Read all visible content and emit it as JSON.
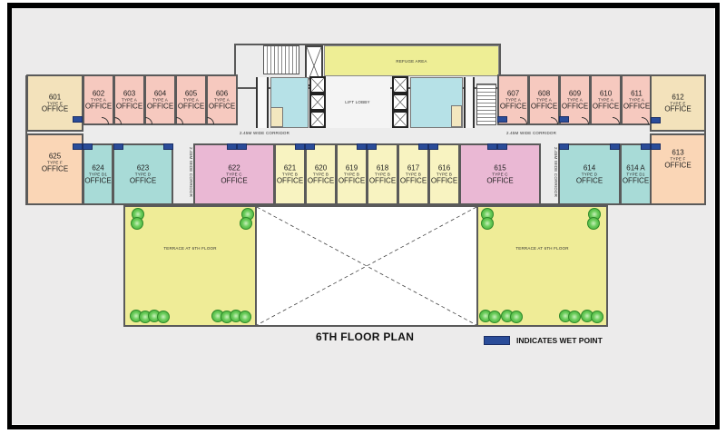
{
  "plan": {
    "title": "6TH FLOOR PLAN",
    "legend_label": "INDICATES WET POINT",
    "colors": {
      "type_a": "#f6c9bf",
      "type_b": "#f8f3c1",
      "type_c": "#eab8d4",
      "type_d": "#a8dbd7",
      "type_e": "#f3e2bb",
      "type_f": "#fad6b6",
      "terrace": "#efec97",
      "wet_point": "#2a4c99",
      "core_toilet": "#b6e1e7"
    },
    "areas": {
      "refuge_area": "REFUGE AREA",
      "lift_lobby": "LIFT LOBBY",
      "corridor_left": "2.45M WIDE CORRIDOR",
      "corridor_right": "2.45M WIDE CORRIDOR",
      "corridor_vertical_left": "2.45M WIDE CORRIDOR",
      "corridor_vertical_right": "2.45M WIDE CORRIDOR",
      "terrace_left": "TERRACE AT 6TH FLOOR",
      "terrace_right": "TERRACE AT 6TH FLOOR"
    },
    "rooms": {
      "r601": {
        "number": "601",
        "type": "TYPE E",
        "label": "OFFICE"
      },
      "r602": {
        "number": "602",
        "type": "TYPE A",
        "label": "OFFICE"
      },
      "r603": {
        "number": "603",
        "type": "TYPE A",
        "label": "OFFICE"
      },
      "r604": {
        "number": "604",
        "type": "TYPE A",
        "label": "OFFICE"
      },
      "r605": {
        "number": "605",
        "type": "TYPE A",
        "label": "OFFICE"
      },
      "r606": {
        "number": "606",
        "type": "TYPE A",
        "label": "OFFICE"
      },
      "r607": {
        "number": "607",
        "type": "TYPE A",
        "label": "OFFICE"
      },
      "r608": {
        "number": "608",
        "type": "TYPE A",
        "label": "OFFICE"
      },
      "r609": {
        "number": "609",
        "type": "TYPE A",
        "label": "OFFICE"
      },
      "r610": {
        "number": "610",
        "type": "TYPE A",
        "label": "OFFICE"
      },
      "r611": {
        "number": "611",
        "type": "TYPE A",
        "label": "OFFICE"
      },
      "r612": {
        "number": "612",
        "type": "TYPE E",
        "label": "OFFICE"
      },
      "r613": {
        "number": "613",
        "type": "TYPE F",
        "label": "OFFICE"
      },
      "r614": {
        "number": "614",
        "type": "TYPE D",
        "label": "OFFICE"
      },
      "r614a": {
        "number": "614 A",
        "type": "TYPE D1",
        "label": "OFFICE"
      },
      "r615": {
        "number": "615",
        "type": "TYPE C",
        "label": "OFFICE"
      },
      "r616": {
        "number": "616",
        "type": "TYPE B",
        "label": "OFFICE"
      },
      "r617": {
        "number": "617",
        "type": "TYPE B",
        "label": "OFFICE"
      },
      "r618": {
        "number": "618",
        "type": "TYPE B",
        "label": "OFFICE"
      },
      "r619": {
        "number": "619",
        "type": "TYPE B",
        "label": "OFFICE"
      },
      "r620": {
        "number": "620",
        "type": "TYPE B",
        "label": "OFFICE"
      },
      "r621": {
        "number": "621",
        "type": "TYPE B",
        "label": "OFFICE"
      },
      "r622": {
        "number": "622",
        "type": "TYPE C",
        "label": "OFFICE"
      },
      "r623": {
        "number": "623",
        "type": "TYPE D",
        "label": "OFFICE"
      },
      "r624": {
        "number": "624",
        "type": "TYPE D1",
        "label": "OFFICE"
      },
      "r625": {
        "number": "625",
        "type": "TYPE F",
        "label": "OFFICE"
      }
    }
  }
}
